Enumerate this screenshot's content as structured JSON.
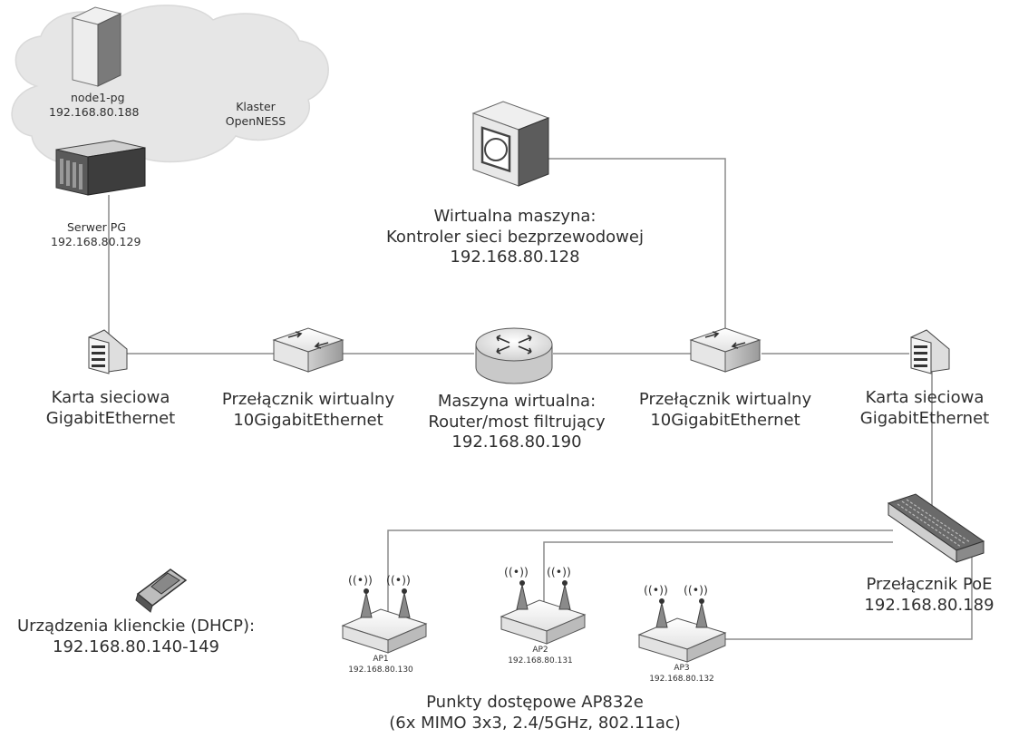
{
  "cluster": {
    "name_line1": "Klaster",
    "name_line2": "OpenNESS",
    "node": {
      "name": "node1-pg",
      "ip": "192.168.80.188"
    },
    "server": {
      "name": "Serwer PG",
      "ip": "192.168.80.129"
    }
  },
  "wlc": {
    "line1": "Wirtualna maszyna:",
    "line2": "Kontroler sieci bezprzewodowej",
    "ip": "192.168.80.128"
  },
  "nic_left": {
    "line1": "Karta sieciowa",
    "line2": "GigabitEthernet"
  },
  "switch_left": {
    "line1": "Przełącznik wirtualny",
    "line2": "10GigabitEthernet"
  },
  "router": {
    "line1": "Maszyna wirtualna:",
    "line2": "Router/most filtrujący",
    "ip": "192.168.80.190"
  },
  "switch_right": {
    "line1": "Przełącznik wirtualny",
    "line2": "10GigabitEthernet"
  },
  "nic_right": {
    "line1": "Karta sieciowa",
    "line2": "GigabitEthernet"
  },
  "poe_switch": {
    "line1": "Przełącznik PoE",
    "ip": "192.168.80.189"
  },
  "clients": {
    "line1": "Urządzenia klienckie (DHCP):",
    "line2": "192.168.80.140-149"
  },
  "access_points": [
    {
      "name": "AP1",
      "ip": "192.168.80.130"
    },
    {
      "name": "AP2",
      "ip": "192.168.80.131"
    },
    {
      "name": "AP3",
      "ip": "192.168.80.132"
    }
  ],
  "ap_group": {
    "line1": "Punkty dostępowe AP832e",
    "line2": "(6x MIMO 3x3, 2.4/5GHz, 802.11ac)"
  },
  "wifi_glyph": "((•))",
  "colors": {
    "line": "#8c8c8c",
    "cloud": "#e6e6e6",
    "device_light": "#f4f4f4",
    "device_dark": "#4a4a4a"
  }
}
